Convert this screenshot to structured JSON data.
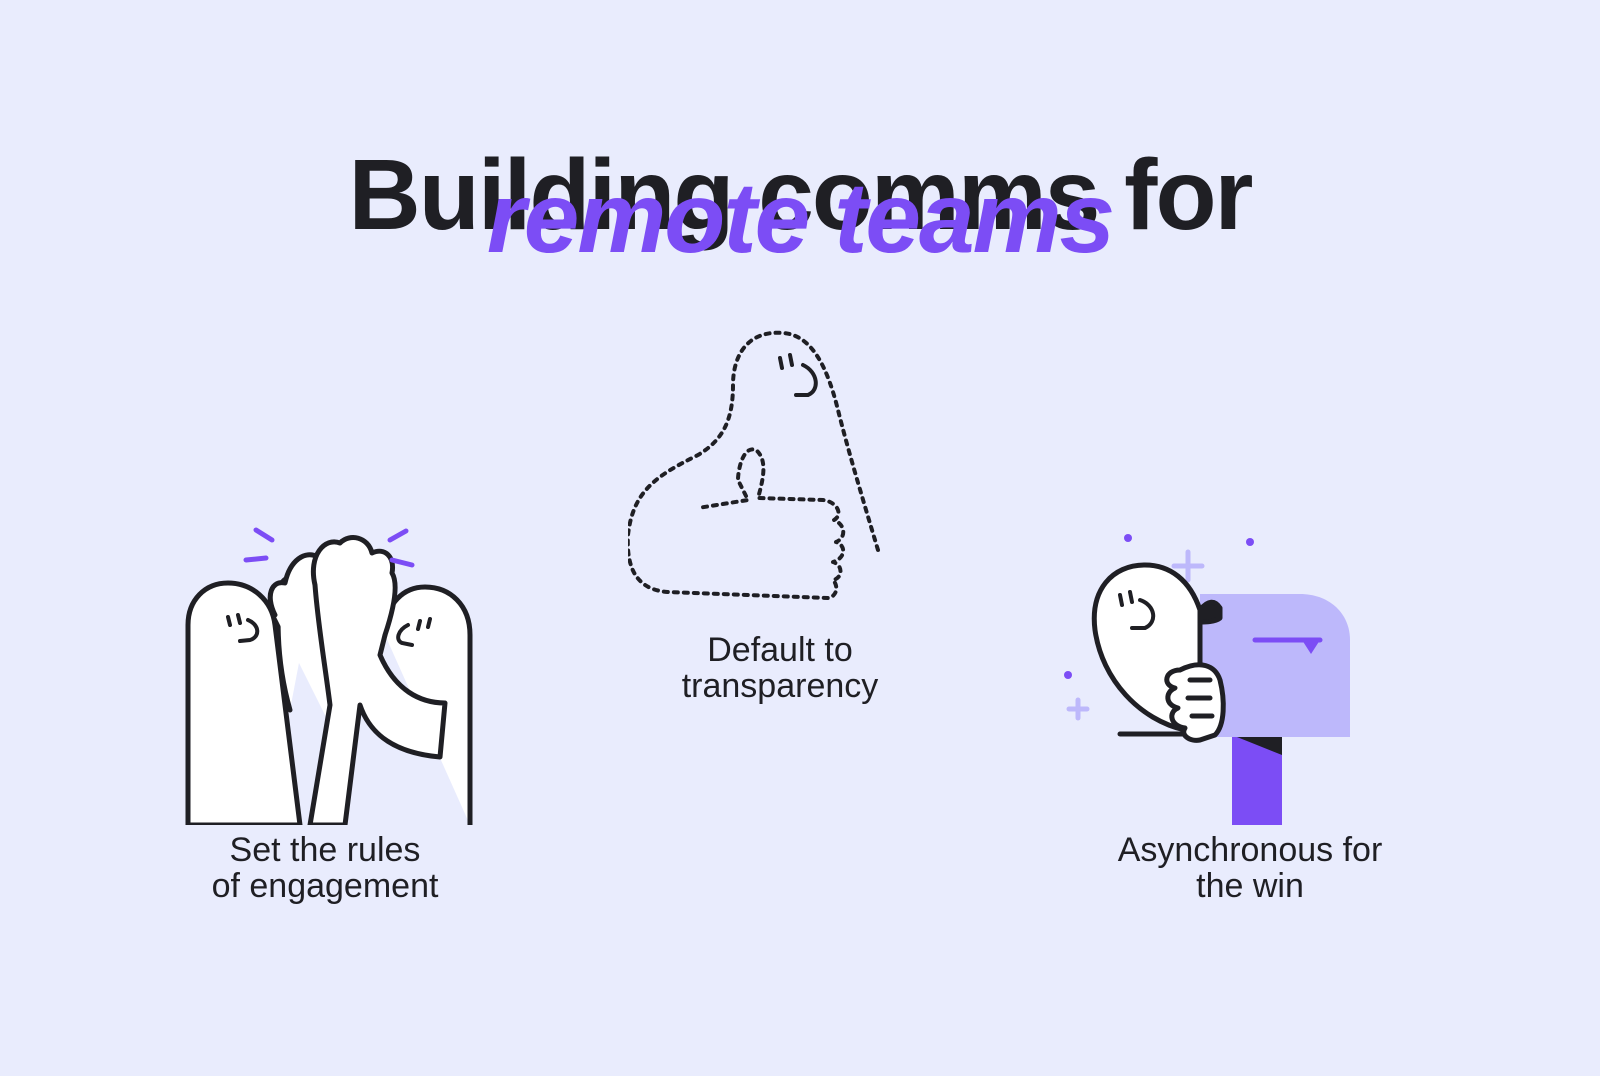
{
  "title": {
    "line1": "Building comms for",
    "line2": "remote teams"
  },
  "items": [
    {
      "line1": "Set the rules",
      "line2": "of engagement",
      "icon": "high-five-icon"
    },
    {
      "line1": "Default to",
      "line2": "transparency",
      "icon": "thumbs-up-dotted-icon"
    },
    {
      "line1": "Asynchronous for",
      "line2": "the win",
      "icon": "mailbox-icon"
    }
  ],
  "colors": {
    "background": "#E9ECFD",
    "text": "#1F1F24",
    "accent": "#7C4DF5",
    "accent_light": "#BDB8FB"
  }
}
